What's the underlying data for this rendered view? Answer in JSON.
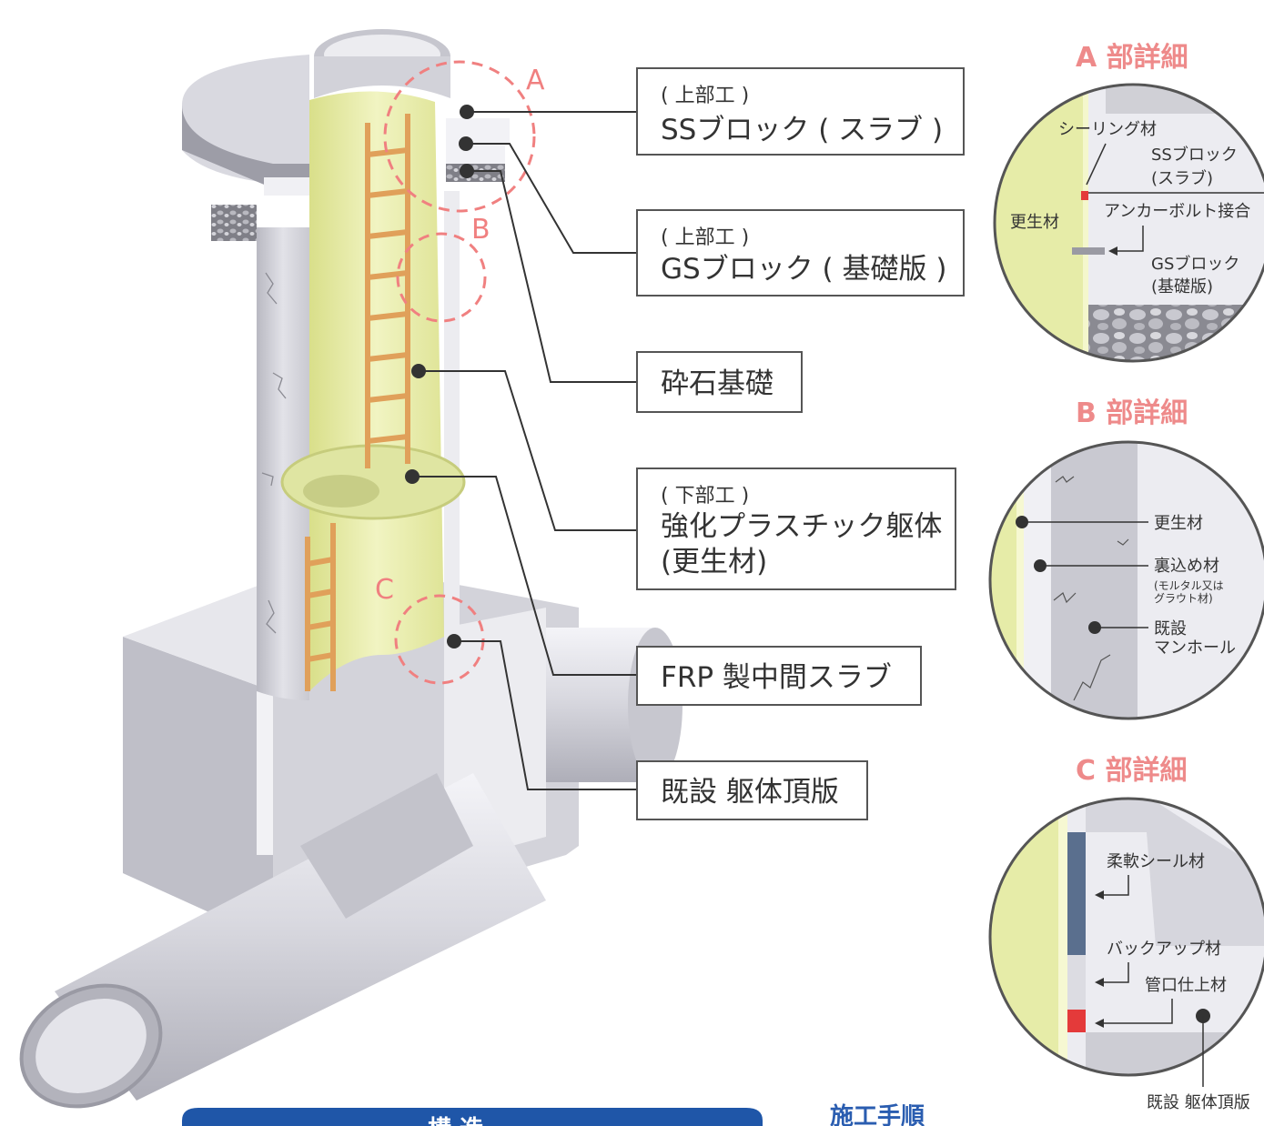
{
  "colors": {
    "accent_red": "#ee8a8a",
    "liner_green": "#e9eeaa",
    "concrete_gray": "#d7d7de",
    "ladder_orange": "#e0a05a",
    "leader_line": "#333333",
    "bottom_tab": "#1f56a8",
    "procedure_text": "#2a5db0"
  },
  "markers": {
    "a": "A",
    "b": "B",
    "c": "C"
  },
  "labels": {
    "ss_block": {
      "sub": "( 上部工 )",
      "main": "SSブロック ( スラブ )"
    },
    "gs_block": {
      "sub": "( 上部工 )",
      "main": "GSブロック ( 基礎版 )"
    },
    "gravel": {
      "main": "砕石基礎"
    },
    "frp_body": {
      "sub": "( 下部工 )",
      "main": "強化プラスチック躯体",
      "main2": "(更生材)"
    },
    "frp_slab": {
      "main": "FRP 製中間スラブ"
    },
    "top_slab": {
      "main": "既設 躯体頂版"
    }
  },
  "detail_a": {
    "title": "A 部詳細",
    "sealing": "シーリング材",
    "ss1": "SSブロック",
    "ss2": "(スラブ)",
    "liner": "更生材",
    "anchor": "アンカーボルト接合",
    "gs1": "GSブロック",
    "gs2": "(基礎版)"
  },
  "detail_b": {
    "title": "B 部詳細",
    "liner": "更生材",
    "backfill": "裏込め材",
    "backfill_note1": "(モルタル又は",
    "backfill_note2": "グラウト材)",
    "existing1": "既設",
    "existing2": "マンホール"
  },
  "detail_c": {
    "title": "C 部詳細",
    "flex_seal": "柔軟シール材",
    "backup": "バックアップ材",
    "pipe_finish": "管口仕上材",
    "top_slab": "既設 躯体頂版"
  },
  "bottom": {
    "tab_text": "構 造",
    "procedure": "施工手順"
  }
}
